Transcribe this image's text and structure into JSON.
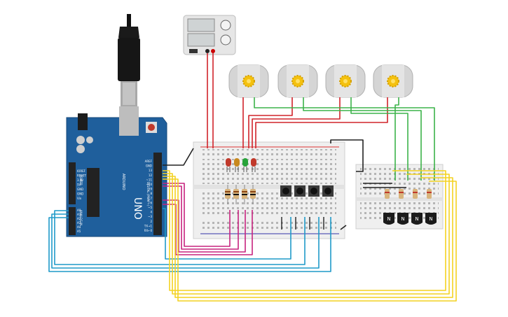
{
  "arduino": {
    "model_text": "UNO",
    "brand_text": "ARDUINO",
    "digital_header_text": "DIGITAL (PWM ~)",
    "power_header_text": "POWER",
    "analog_header_text": "ANALOG IN",
    "digital_pins": [
      "AREF",
      "GND",
      "13",
      "12",
      "~11",
      "~10",
      "~9",
      "8",
      "7",
      "~6",
      "~5",
      "4",
      "~3",
      "2",
      "TX→1",
      "RX←0"
    ],
    "power_pins": [
      "IOREF",
      "RESET",
      "3.3V",
      "5V",
      "GND",
      "GND",
      "Vin"
    ],
    "analog_pins": [
      "A0",
      "A1",
      "A2",
      "A3",
      "A4",
      "A5"
    ]
  },
  "transistor_label": "N",
  "colors": {
    "board_blue": "#1f5f9c",
    "wire_red": "#d1232a",
    "wire_green": "#3cb34a",
    "wire_magenta": "#c7237f",
    "wire_blue": "#1f9ac9",
    "wire_yellow": "#f3d221",
    "wire_black": "#222222",
    "breadboard": "#efefef",
    "motor_body": "#d9d9d9",
    "motor_gear": "#f4c10f"
  },
  "leds": [
    "red",
    "orange",
    "green",
    "red"
  ],
  "button_count": 4,
  "motor_count": 4,
  "transistor_count": 4
}
